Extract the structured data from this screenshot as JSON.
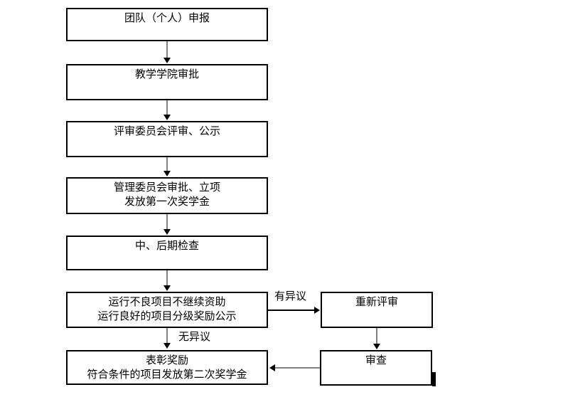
{
  "diagram": {
    "type": "flowchart",
    "background_color": "#ffffff",
    "box_border_color": "#000000",
    "connector_line_color": "#7f7f7f",
    "objection_connector_color": "#000000",
    "arrowhead_color": "#000000",
    "nodes": [
      {
        "id": "team-application",
        "lines": [
          "团队（个人）申报"
        ]
      },
      {
        "id": "college-approval",
        "lines": [
          "教学学院审批"
        ]
      },
      {
        "id": "review-committee",
        "lines": [
          "评审委员会评审、公示"
        ]
      },
      {
        "id": "management-committee",
        "lines": [
          "管理委员会审批、立项",
          "发放第一次奖学金"
        ]
      },
      {
        "id": "mid-late-inspection",
        "lines": [
          "中、后期检查"
        ]
      },
      {
        "id": "operation-result",
        "lines": [
          "运行不良项目不继续资助",
          "运行良好的项目分级奖励公示"
        ]
      },
      {
        "id": "commendation",
        "lines": [
          "表彰奖励",
          "符合条件的项目发放第二次奖学金"
        ]
      },
      {
        "id": "re-review",
        "lines": [
          "重新评审"
        ]
      },
      {
        "id": "examination",
        "lines": [
          "审查"
        ]
      }
    ],
    "edge_labels": {
      "objection": "有异议",
      "no_objection": "无异议"
    }
  }
}
